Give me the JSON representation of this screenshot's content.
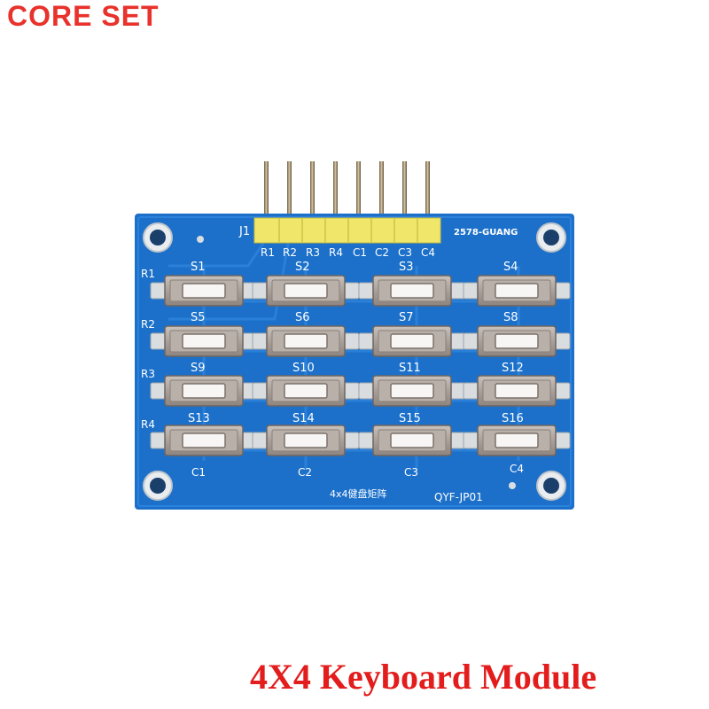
{
  "brand": {
    "text": "CORE SET",
    "color": "#e8322b"
  },
  "caption": {
    "text": "4X4 Keyboard Module",
    "color": "#e31c1c"
  },
  "board": {
    "pcb_color": "#1c70c9",
    "header_label": "J1",
    "model": "2578-GUANG",
    "pin_labels": [
      "R1",
      "R2",
      "R3",
      "R4",
      "C1",
      "C2",
      "C3",
      "C4"
    ],
    "row_labels": [
      "R1",
      "R2",
      "R3",
      "R4"
    ],
    "switch_labels": [
      "S1",
      "S2",
      "S3",
      "S4",
      "S5",
      "S6",
      "S7",
      "S8",
      "S9",
      "S10",
      "S11",
      "S12",
      "S13",
      "S14",
      "S15",
      "S16"
    ],
    "column_labels": [
      "C1",
      "C2",
      "C3",
      "C4"
    ],
    "chinese_label": "4x4健盘矩阵",
    "part_number": "QYF-JP01"
  }
}
